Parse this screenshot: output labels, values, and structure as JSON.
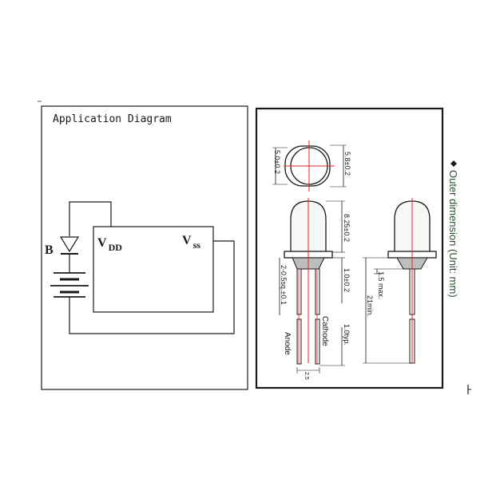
{
  "application_diagram": {
    "title": "Application Diagram",
    "battery_label": "B",
    "vdd_main": "V",
    "vdd_sub": "DD",
    "vss_main": "V",
    "vss_sub": "ss"
  },
  "outer_dimension": {
    "caption": "Outer dimension (Unit: mm)",
    "dim_top_width": "5.0±0.2",
    "dim_top_flange": "5.8±0.2",
    "dim_body_height": "8.25±0.2",
    "dim_flange": "1.0±0.2",
    "dim_lead_sq": "2-0.5sq.±0.1",
    "dim_max": "1.5 max.",
    "dim_min": "21min.",
    "dim_typ": "1.0typ.",
    "label_cathode": "Cathode",
    "label_anode": "Anode",
    "dim_pitch": "2.5"
  },
  "colors": {
    "line": "#1a1a1a",
    "red_axis": "#e8222b",
    "caption_text": "#2f4f2f"
  }
}
